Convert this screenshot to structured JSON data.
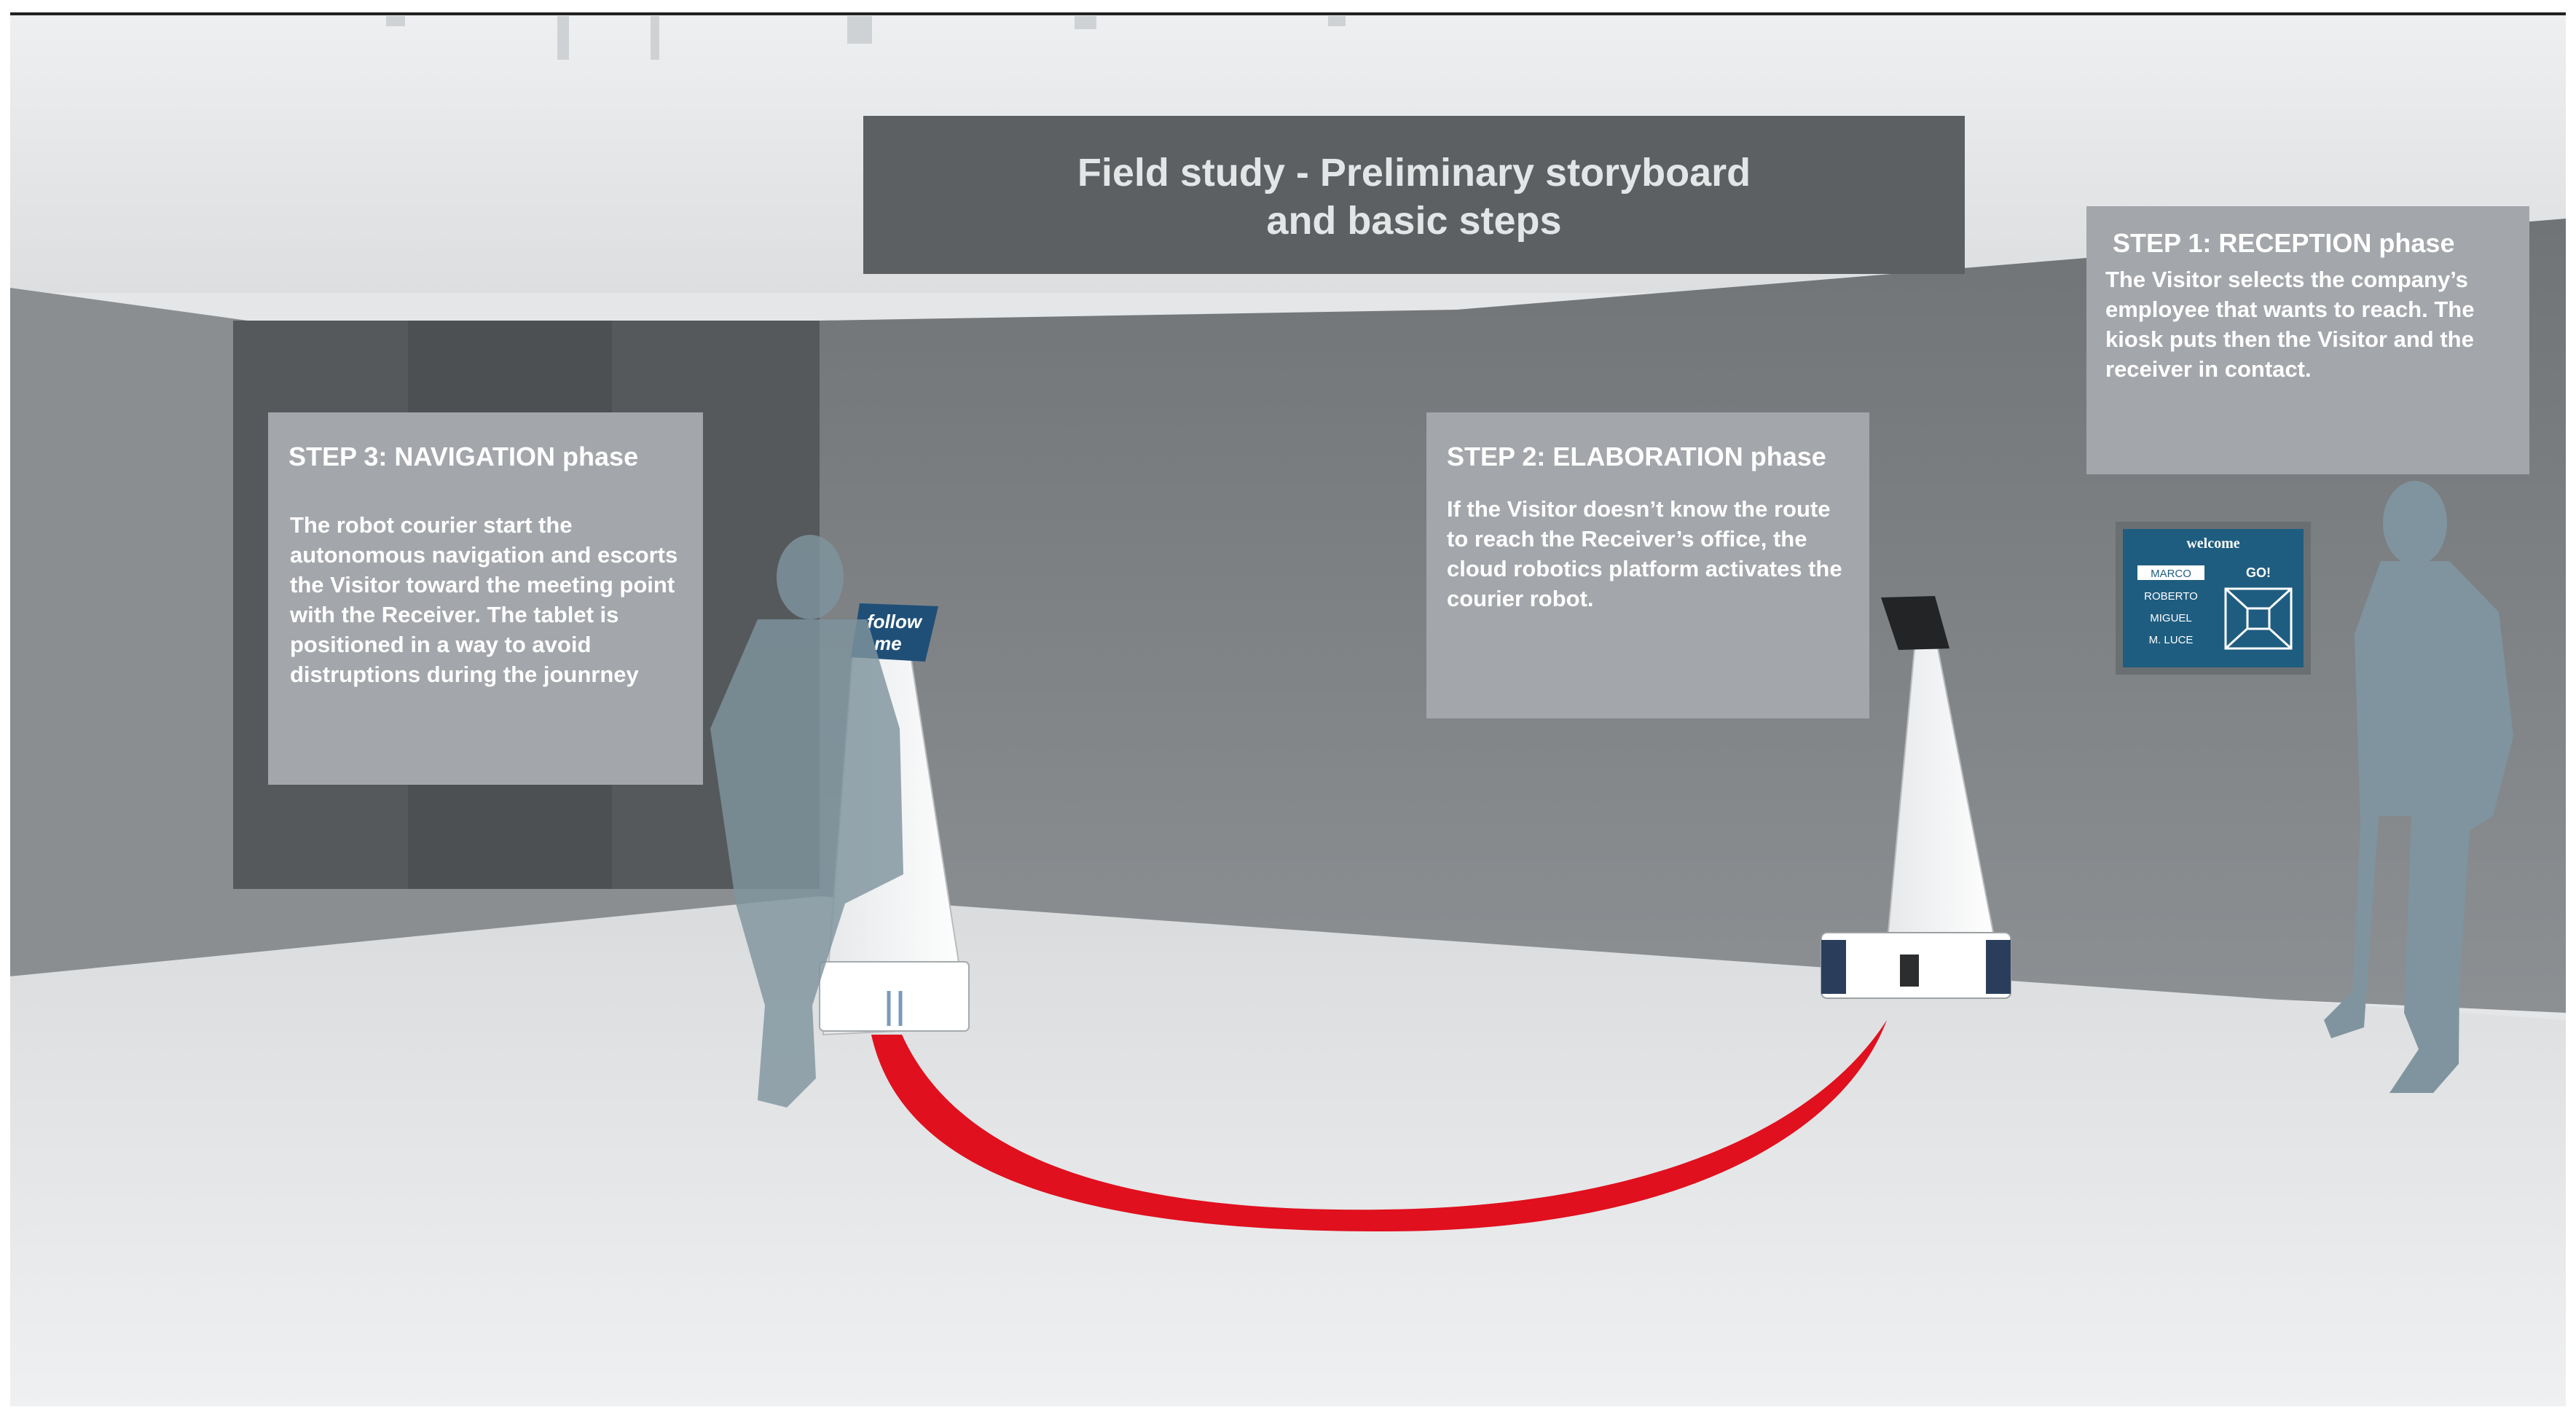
{
  "title": {
    "line1": "Field study - Preliminary storyboard",
    "line2": "and basic steps"
  },
  "steps": [
    {
      "heading": "STEP 1: RECEPTION phase",
      "body": "The Visitor selects the company’s employee that wants to reach. The kiosk puts then the Visitor and the receiver in contact."
    },
    {
      "heading": "STEP 2: ELABORATION phase",
      "body": "If the Visitor doesn’t know  the route to reach the Receiver’s office, the cloud robotics platform activates the courier robot."
    },
    {
      "heading": "STEP 3: NAVIGATION phase",
      "body": "The robot courier start the autonomous navigation and escorts the Visitor toward the meeting point with the Receiver. The tablet is positioned in a way to avoid distruptions during the jounrney"
    }
  ],
  "kiosk": {
    "header": "welcome",
    "names": [
      "MARCO",
      "ROBERTO",
      "MIGUEL",
      "M. LUCE"
    ],
    "go_label": "GO!"
  },
  "robot_tablet": {
    "line1": "follow",
    "line2": "me"
  },
  "colors": {
    "path_red": "#e0101e",
    "panel_gray": "#a3a6aa",
    "banner_dark": "#5c6062",
    "silhouette": "#7f949e",
    "kiosk_screen": "#1f5d80"
  }
}
